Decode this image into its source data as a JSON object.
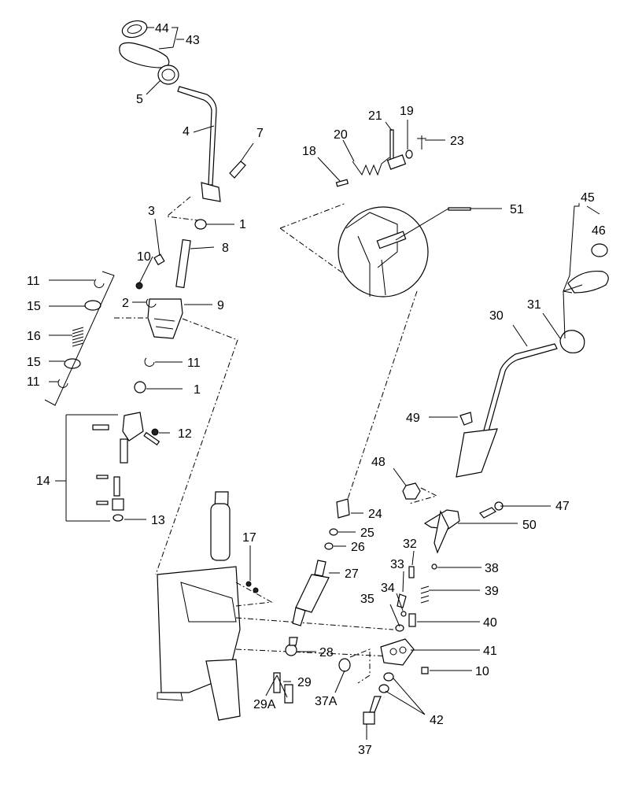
{
  "callouts": {
    "c44": "44",
    "c43": "43",
    "c5": "5",
    "c4": "4",
    "c7": "7",
    "c3": "3",
    "c1a": "1",
    "c8": "8",
    "c10a": "10",
    "c11a": "11",
    "c2": "2",
    "c9": "9",
    "c15a": "15",
    "c16": "16",
    "c15b": "15",
    "c11b": "11",
    "c11c": "11",
    "c1b": "1",
    "c12": "12",
    "c14": "14",
    "c13": "13",
    "c17": "17",
    "c18": "18",
    "c20": "20",
    "c21": "21",
    "c19": "19",
    "c23": "23",
    "c51": "51",
    "c45": "45",
    "c46": "46",
    "c30": "30",
    "c31": "31",
    "c49": "49",
    "c48": "48",
    "c47": "47",
    "c24": "24",
    "c25": "25",
    "c26": "26",
    "c27": "27",
    "c50": "50",
    "c32": "32",
    "c38": "38",
    "c33": "33",
    "c39": "39",
    "c34": "34",
    "c35": "35",
    "c40": "40",
    "c41": "41",
    "c28": "28",
    "c10b": "10",
    "c29": "29",
    "c29a": "29A",
    "c37a": "37A",
    "c42": "42",
    "c37": "37"
  }
}
